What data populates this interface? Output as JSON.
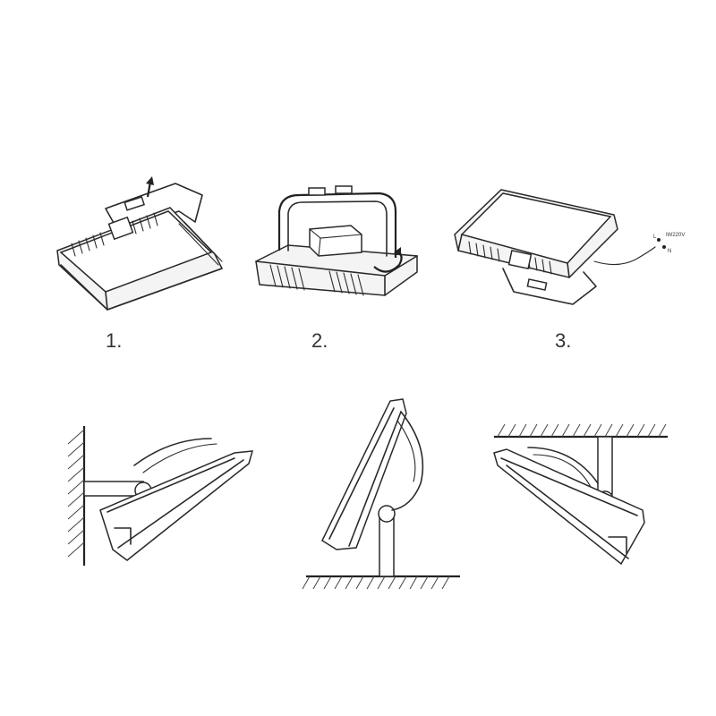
{
  "steps": [
    {
      "label": "1."
    },
    {
      "label": "2."
    },
    {
      "label": "3."
    }
  ],
  "step3_wire_label": "IW220V",
  "step3_wire_terminals": [
    "L",
    "N"
  ],
  "mounting": [
    "wall-mount",
    "floor-mount",
    "ceiling-mount"
  ]
}
